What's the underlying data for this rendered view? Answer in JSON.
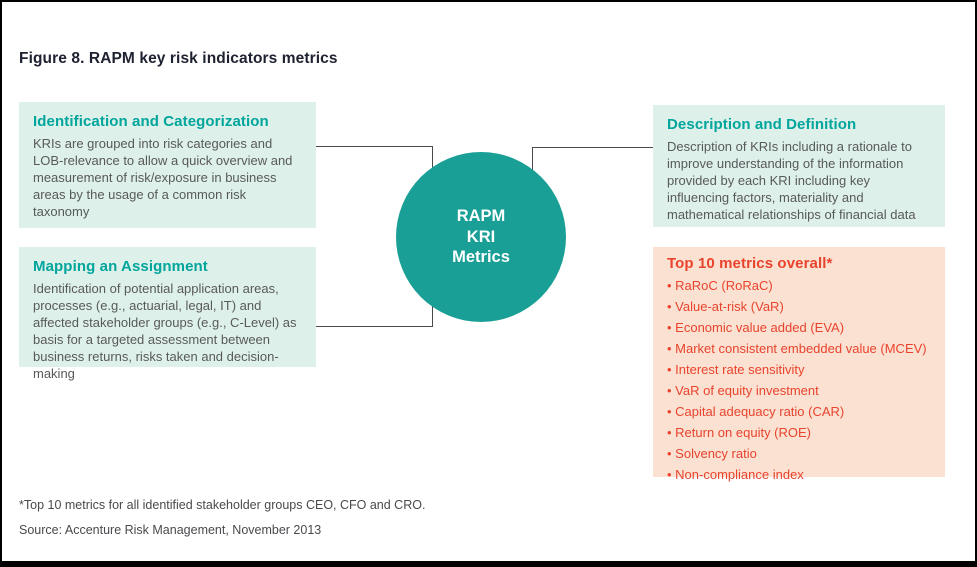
{
  "page": {
    "title": "Figure 8. RAPM key risk indicators metrics",
    "footnote": "*Top 10 metrics for all identified stakeholder groups CEO, CFO and CRO.",
    "source": "Source: Accenture Risk Management, November 2013"
  },
  "center_circle": {
    "lines": [
      "RAPM",
      "KRI",
      "Metrics"
    ]
  },
  "boxes": {
    "identification": {
      "title": "Identification and Categorization",
      "body": "KRIs are grouped into risk categories and LOB-relevance to allow a quick overview and measurement of risk/exposure in business areas by the usage of a common risk taxonomy"
    },
    "mapping": {
      "title": "Mapping an Assignment",
      "body": "Identification of potential application areas, processes (e.g., actuarial, legal, IT) and affected stakeholder groups (e.g., C-Level) as basis for a targeted assessment between business returns, risks taken and decision-making"
    },
    "description": {
      "title": "Description and Definition",
      "body": "Description of KRIs including a rationale to improve understanding of the information provided by each KRI including key influencing factors, materiality and mathematical relationships of financial data"
    },
    "top10": {
      "title": "Top 10 metrics overall*",
      "items": [
        "RaRoC (RoRaC)",
        "Value-at-risk (VaR)",
        "Economic value added (EVA)",
        "Market consistent embedded value (MCEV)",
        "Interest rate sensitivity",
        "VaR of equity investment",
        "Capital adequacy ratio (CAR)",
        "Return on equity (ROE)",
        "Solvency ratio",
        "Non-compliance index"
      ]
    }
  },
  "colors": {
    "teal_heading": "#00a59b",
    "teal_circle": "#199f96",
    "mint_box_bg": "#def0ea",
    "peach_box_bg": "#fbe1d2",
    "red_text": "#e8432d",
    "body_text": "#58595b",
    "title_text": "#1e2130",
    "connector_line": "#4a4a4a"
  }
}
